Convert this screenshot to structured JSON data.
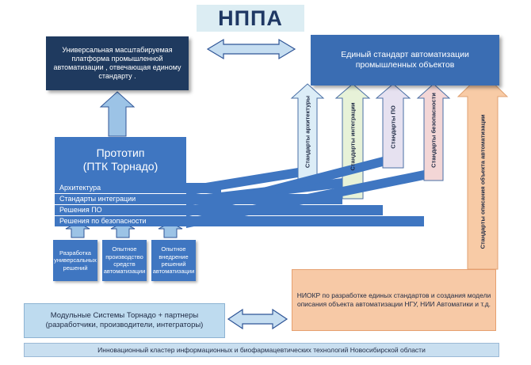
{
  "title": "НППА",
  "platform_text": "Универсальная масштабируемая платформа промышленной автоматизации , отвечающая единому стандарту .",
  "standard_text": "Единый стандарт автоматизации промышленных объектов",
  "prototype": {
    "line1": "Прототип",
    "line2": "(ПТК Торнадо)"
  },
  "bars": [
    "Архитектура",
    "Стандарты интеграции",
    "Решения ПО",
    "Решения по безопасности"
  ],
  "small_boxes": [
    "Разработка универсальных решений",
    "Опытное производство средств автоматизации",
    "Опытное внедрение решений автоматизации"
  ],
  "vertical_arrows": [
    {
      "label": "Стандарты архитектуры",
      "color": "#dcedf7"
    },
    {
      "label": "Стандарты интеграции",
      "color": "#e7f2d8"
    },
    {
      "label": "Стандарты ПО",
      "color": "#e6e1f0"
    },
    {
      "label": "Стандарты безопасности",
      "color": "#f3d6d6"
    },
    {
      "label": "Стандарты описания объекта автоматизации",
      "color": "#f8cba6"
    }
  ],
  "niokr_text": "НИОКР по разработке единых стандартов и создания модели описания объекта автоматизации НГУ, НИИ Автоматики и т.д.",
  "modular_text": "Модульные Системы Торнадо + партнеры (разработчики, производители, интеграторы)",
  "cluster_text": "Инновационный кластер информационных и биофармацевтических технологий Новосибирской области",
  "colors": {
    "dark_blue": "#1f3a5f",
    "mid_blue": "#3f76c1",
    "light_blue": "#bedbef",
    "peach": "#f8cba6"
  }
}
